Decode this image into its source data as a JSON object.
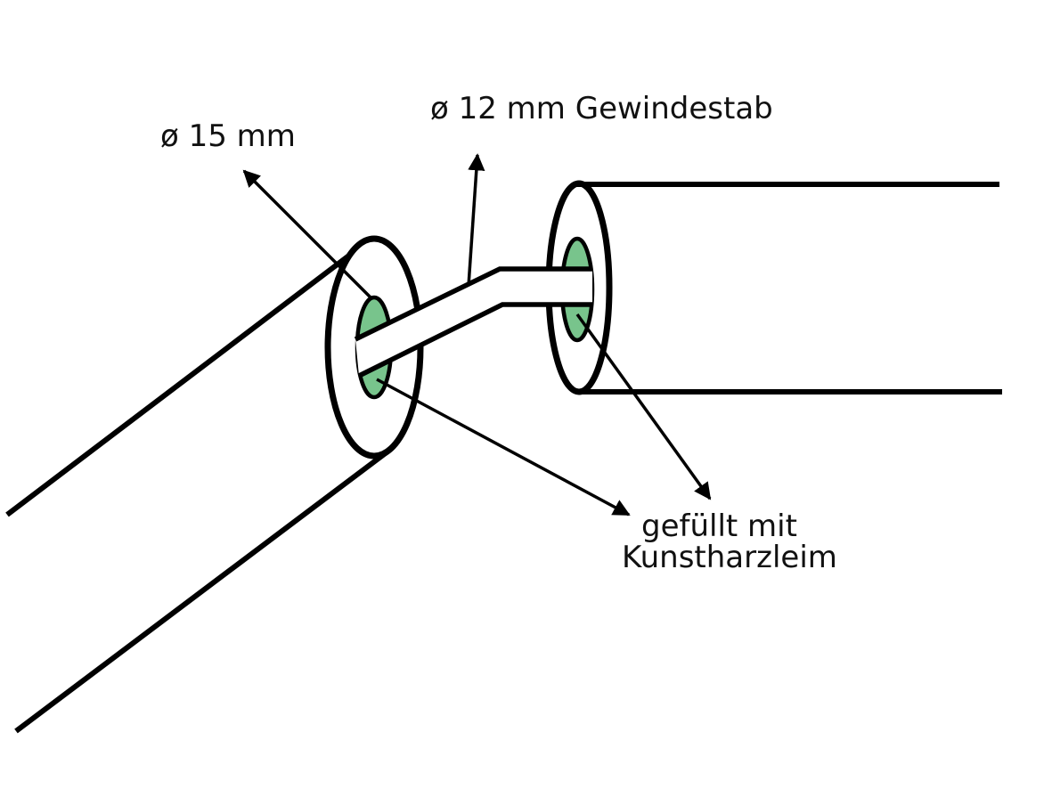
{
  "diagram": {
    "colors": {
      "line": "#000000",
      "glue_fill": "#78c48c",
      "background": "#ffffff"
    },
    "labels": {
      "left_tube_diameter": "ø 15 mm",
      "threaded_rod": "ø 12 mm Gewindestab",
      "glue_fill_line1": "gefüllt mit",
      "glue_fill_line2": "Kunstharzleim"
    }
  }
}
